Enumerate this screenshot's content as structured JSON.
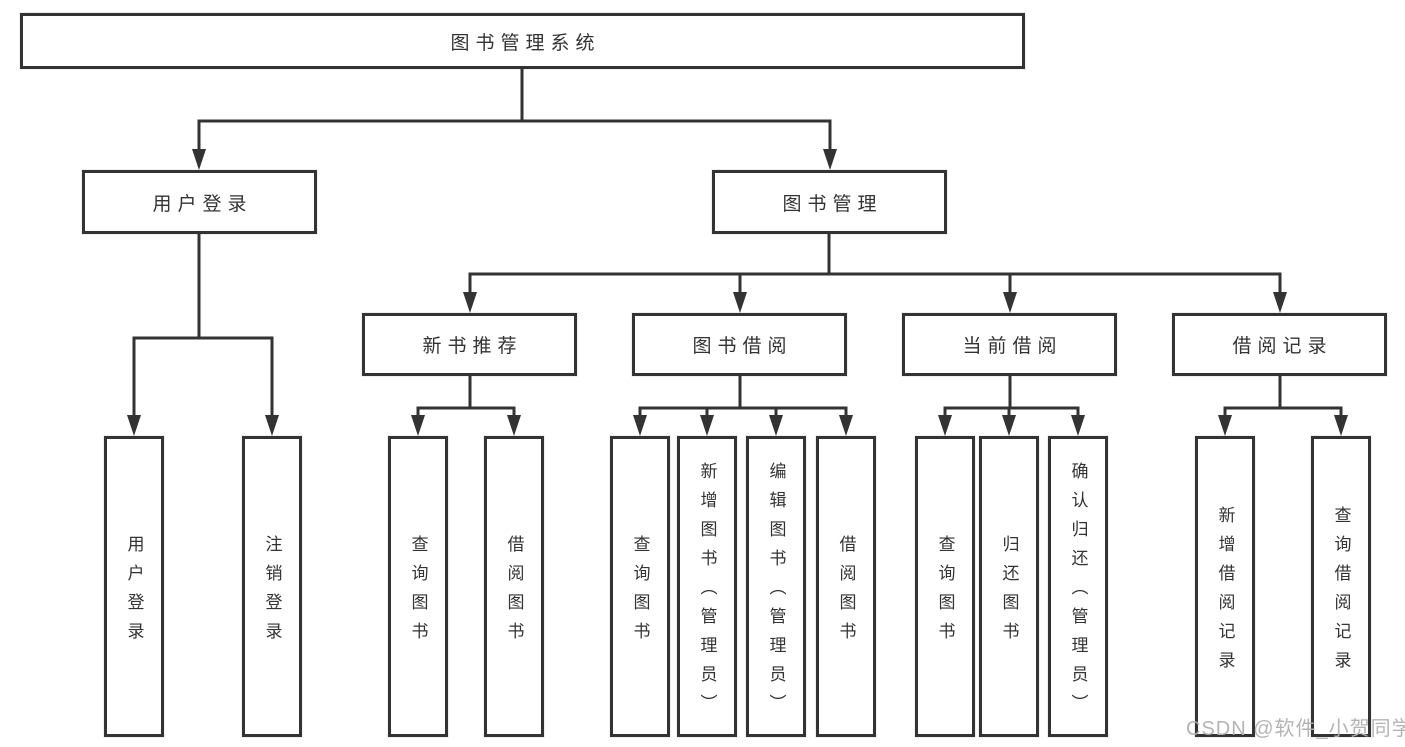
{
  "nodes": {
    "root": "图书管理系统",
    "user_login": "用户登录",
    "book_management": "图书管理",
    "new_book_recommend": "新书推荐",
    "book_borrow": "图书借阅",
    "current_borrow": "当前借阅",
    "borrow_record": "借阅记录",
    "leaf_user_login": "用户登录",
    "leaf_logout": "注销登录",
    "leaf_nbr_query_book": "查询图书",
    "leaf_nbr_borrow_book": "借阅图书",
    "leaf_bb_query_book": "查询图书",
    "leaf_bb_add_book": "新增图书（管理员）",
    "leaf_bb_edit_book": "编辑图书（管理员）",
    "leaf_bb_borrow_book": "借阅图书",
    "leaf_cb_query_book": "查询图书",
    "leaf_cb_return_book": "归还图书",
    "leaf_cb_confirm_return": "确认归还（管理员）",
    "leaf_br_add_record": "新增借阅记录",
    "leaf_br_query_record": "查询借阅记录"
  },
  "watermark": "CSDN @软件_小贺同学",
  "colors": {
    "line": "#333333",
    "text": "#333333",
    "box_background": "#ffffff",
    "watermark": "#b0b0b0"
  }
}
